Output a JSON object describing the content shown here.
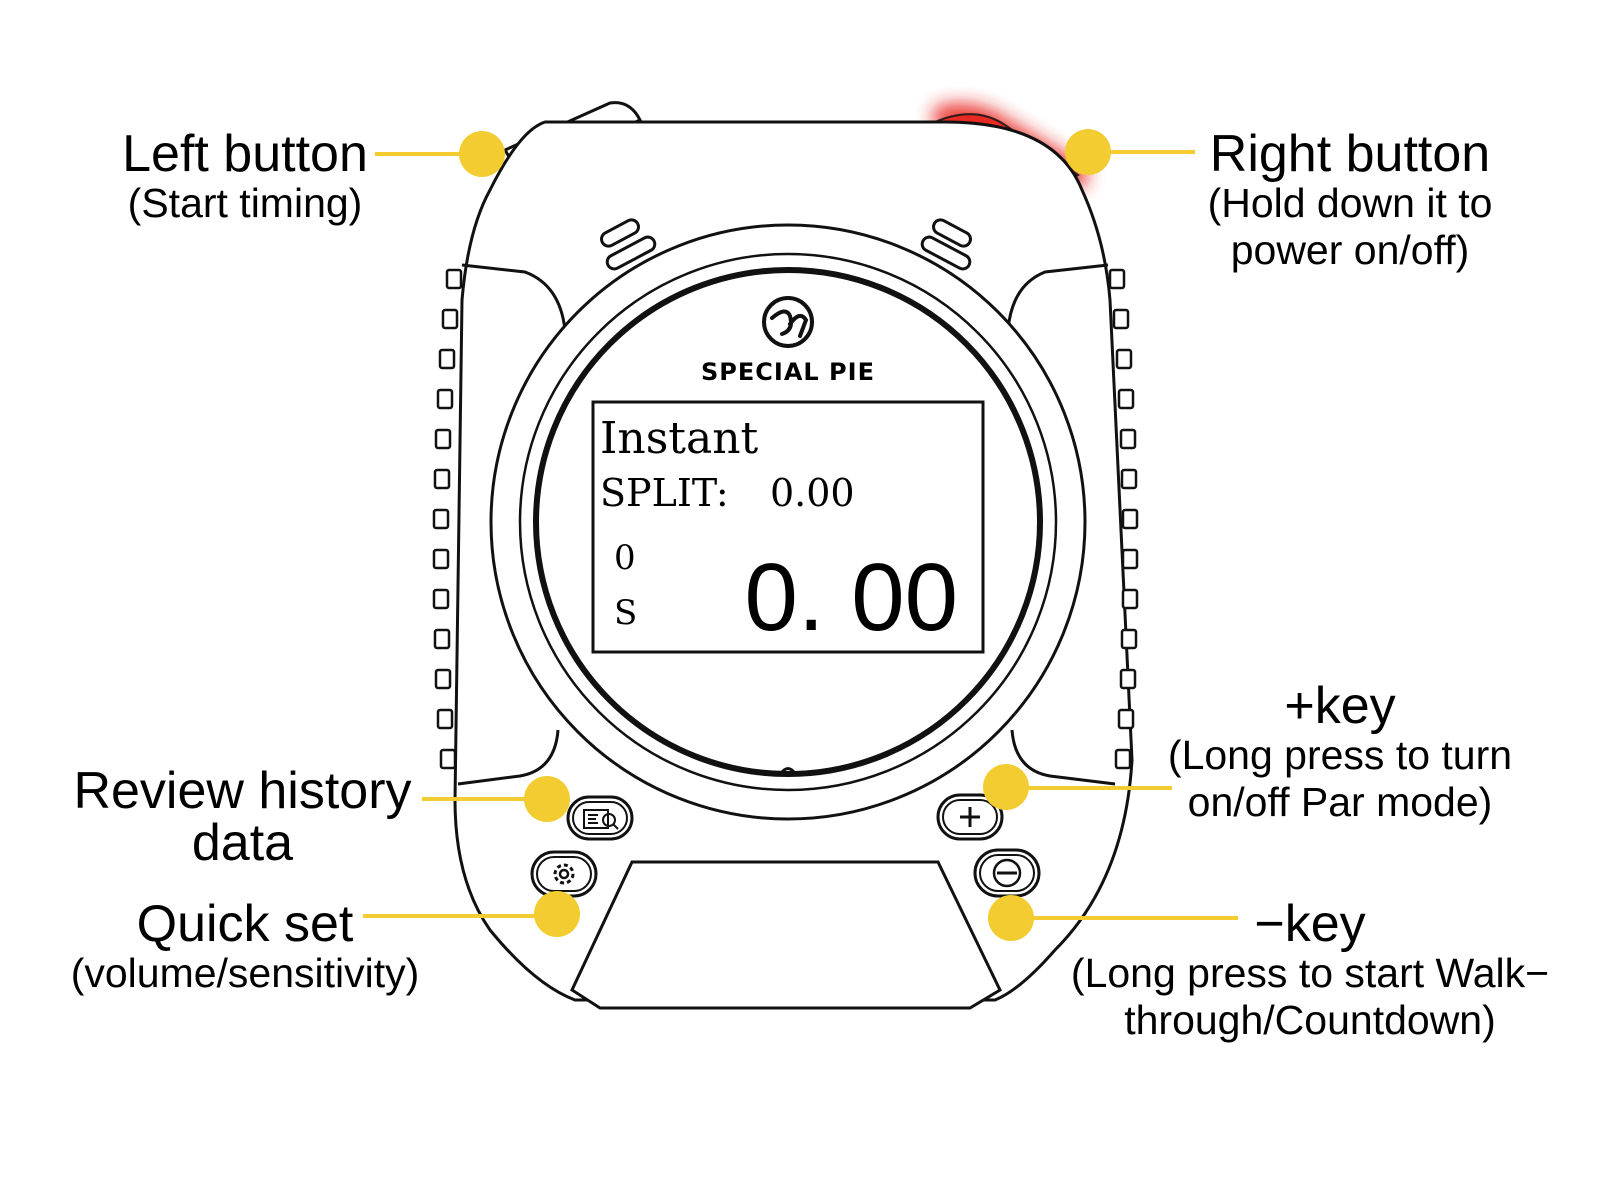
{
  "device": {
    "brand": "SPECIAL PIE",
    "screen": {
      "mode": "Instant",
      "split_label": "SPLIT:",
      "split_value": "0.00",
      "shot_count": "0",
      "shot_unit": "S",
      "main_time": "0. 00"
    },
    "icons": [
      "history-icon",
      "gear-icon",
      "plus-icon",
      "minus-icon",
      "brand-logo-icon"
    ]
  },
  "callouts": {
    "left_button": {
      "title": "Left button",
      "subtitle": "(Start timing)"
    },
    "right_button": {
      "title": "Right button",
      "subtitle_line1": "(Hold down it to",
      "subtitle_line2": "power on/off)"
    },
    "review_history": {
      "title_line1": "Review history",
      "title_line2": "data"
    },
    "quick_set": {
      "title": "Quick set",
      "subtitle": "(volume/sensitivity)"
    },
    "plus_key": {
      "title": "+key",
      "subtitle_line1": "(Long press to turn",
      "subtitle_line2": "on/off Par mode)"
    },
    "minus_key": {
      "title": "−key",
      "subtitle_line1": "(Long press to start Walk−",
      "subtitle_line2": "through/Countdown)"
    }
  },
  "colors": {
    "callout": "#f2cc30",
    "power_glow": "#e8231b",
    "outline": "#111111"
  }
}
